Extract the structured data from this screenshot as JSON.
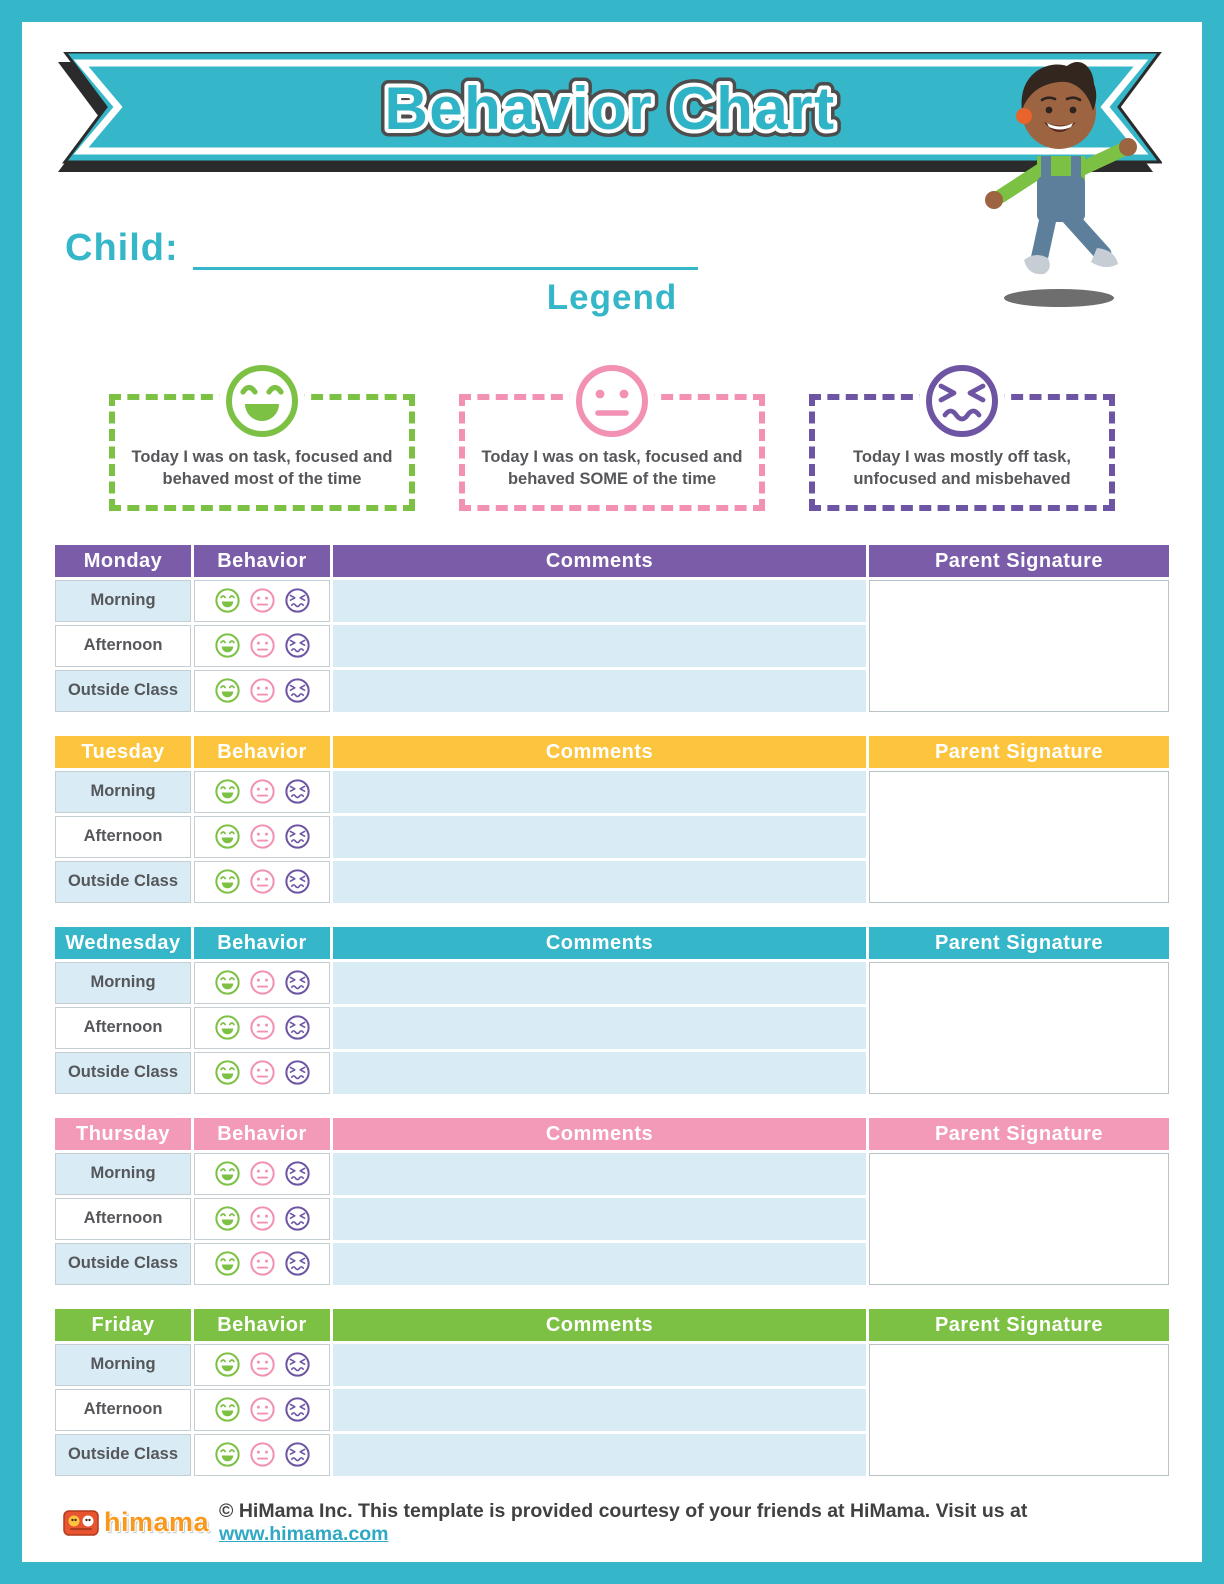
{
  "page": {
    "title": "Behavior Chart",
    "child_label": "Child:",
    "legend_title": "Legend"
  },
  "legend": {
    "items": [
      {
        "type": "happy",
        "color": "#7cc144",
        "text": "Today I was on task, focused and behaved most of the time"
      },
      {
        "type": "neutral",
        "color": "#f291b4",
        "text": "Today I was on task, focused and behaved SOME of the time"
      },
      {
        "type": "upset",
        "color": "#6d55a3",
        "text": "Today I was mostly off task, unfocused and misbehaved"
      }
    ]
  },
  "faces": {
    "happy_color": "#7cc144",
    "neutral_color": "#f291b4",
    "upset_color": "#6d55a3"
  },
  "table": {
    "headers": {
      "behavior": "Behavior",
      "comments": "Comments",
      "signature": "Parent Signature"
    },
    "row_labels": [
      "Morning",
      "Afternoon",
      "Outside Class"
    ]
  },
  "days": [
    {
      "label": "Monday",
      "color": "#7a5ca8"
    },
    {
      "label": "Tuesday",
      "color": "#fdc53d"
    },
    {
      "label": "Wednesday",
      "color": "#35b7c9"
    },
    {
      "label": "Thursday",
      "color": "#f29ab8"
    },
    {
      "label": "Friday",
      "color": "#7cc144"
    }
  ],
  "footer": {
    "logo_text": "himama",
    "text": "© HiMama Inc. This template is provided courtesy of your friends at HiMama. Visit us at ",
    "link": "www.himama.com"
  },
  "colors": {
    "accent_teal": "#35b7c9",
    "row_blue": "#d9ecf5",
    "ribbon_shadow": "#2b2b2b"
  }
}
